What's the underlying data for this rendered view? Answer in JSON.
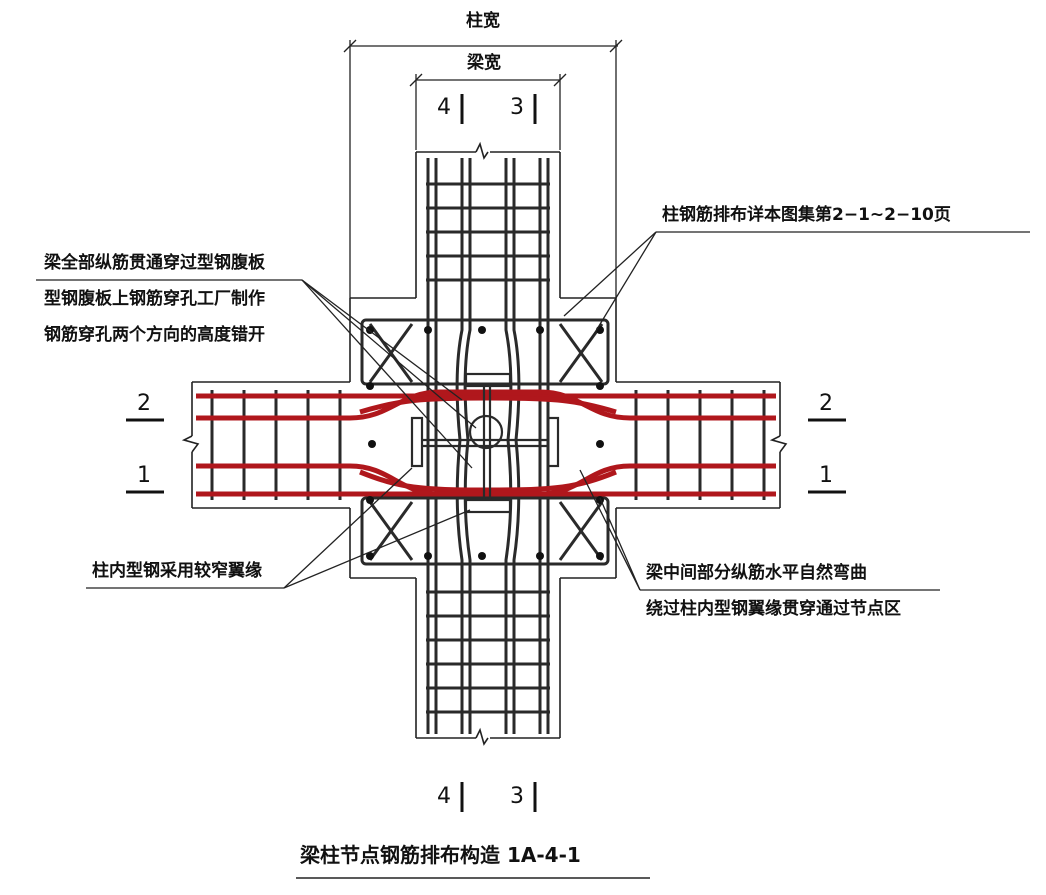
{
  "dimensions": {
    "column_width": "柱宽",
    "beam_width": "梁宽"
  },
  "section_marks": {
    "top_left": "4",
    "top_right": "3",
    "bottom_left": "4",
    "bottom_right": "3",
    "left_upper": "2",
    "left_lower": "1",
    "right_upper": "2",
    "right_lower": "1"
  },
  "notes": {
    "column_rebar_ref": "柱钢筋排布详本图集第2−1~2−10页",
    "beam_through_web_1": "梁全部纵筋贯通穿过型钢腹板",
    "beam_through_web_2": "型钢腹板上钢筋穿孔工厂制作",
    "beam_through_web_3": "钢筋穿孔两个方向的高度错开",
    "narrow_flange": "柱内型钢采用较窄翼缘",
    "bend_around_1": "梁中间部分纵筋水平自然弯曲",
    "bend_around_2": "绕过柱内型钢翼缘贯穿通过节点区"
  },
  "caption": "梁柱节点钢筋排布构造 1A-4-1",
  "colors": {
    "line": "#222222",
    "rebar_red": "#b0171c",
    "rebar_dark": "#3a3a3a"
  }
}
